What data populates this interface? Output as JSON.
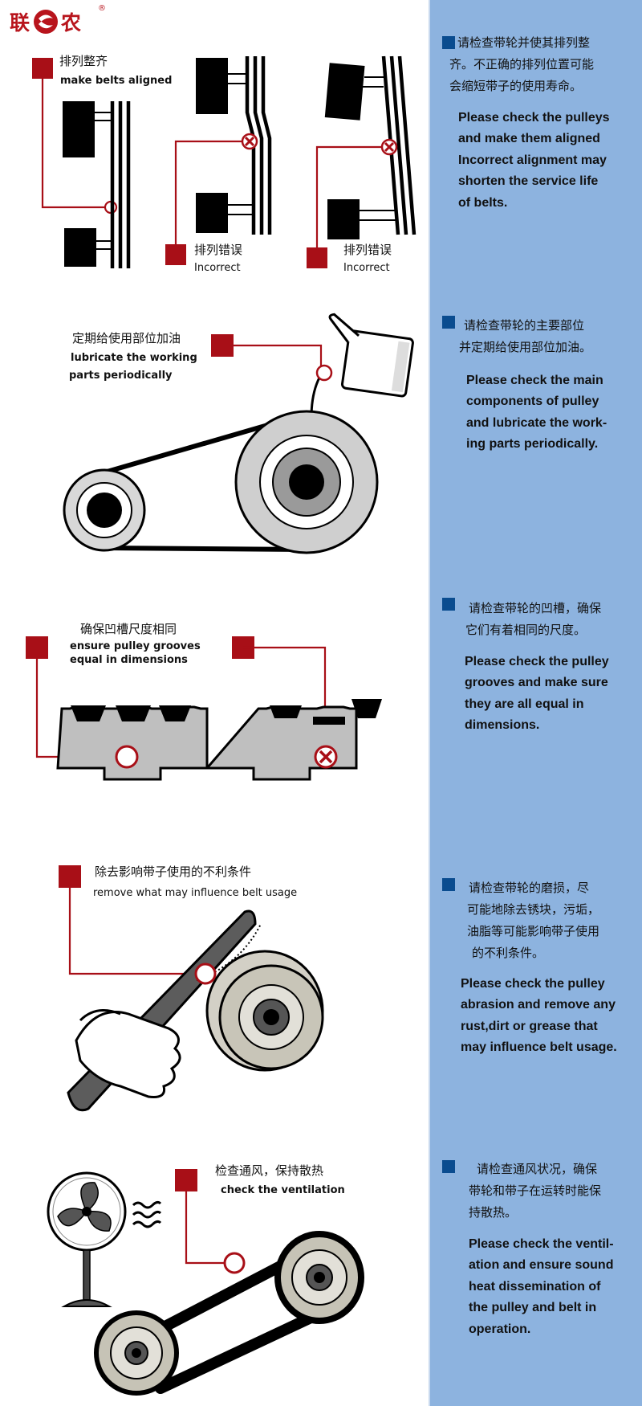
{
  "brand": {
    "name": "联农",
    "mark": "®"
  },
  "colors": {
    "accent": "#a80f17",
    "panel": "#8db3df",
    "bullet": "#0a4c8f"
  },
  "sections": [
    {
      "left": {
        "aligned_cn": "排列整齐",
        "aligned_en": "make belts aligned",
        "wrong1_cn": "排列错误",
        "wrong1_en": "Incorrect",
        "wrong2_cn": "排列错误",
        "wrong2_en": "Incorrect"
      },
      "tip_cn": [
        "请检查带轮并使其排列整",
        "齐。不正确的排列位置可能",
        "会缩短带子的使用寿命。"
      ],
      "tip_en": [
        "Please check the pulleys",
        "and make them aligned",
        "Incorrect alignment may",
        "shorten the service life",
        "of belts."
      ]
    },
    {
      "left": {
        "label_cn": "定期给使用部位加油",
        "label_en_1": "lubricate the working",
        "label_en_2": "parts periodically"
      },
      "tip_cn": [
        "请检查带轮的主要部位",
        "并定期给使用部位加油。"
      ],
      "tip_en": [
        "Please check the main",
        "components of pulley",
        "and lubricate the work-",
        "ing parts periodically."
      ]
    },
    {
      "left": {
        "label_cn": "确保凹槽尺度相同",
        "label_en_1": "ensure pulley grooves",
        "label_en_2": "equal in dimensions"
      },
      "tip_cn": [
        "请检查带轮的凹槽，确保",
        "它们有着相同的尺度。"
      ],
      "tip_en": [
        "Please check the pulley",
        "grooves and make sure",
        "they are all equal in",
        "dimensions."
      ]
    },
    {
      "left": {
        "label_cn": "除去影响带子使用的不利条件",
        "label_en": "remove what may influence belt usage"
      },
      "tip_cn": [
        "请检查带轮的磨损，尽",
        "可能地除去锈块，污垢，",
        "油脂等可能影响带子使用",
        "的不利条件。"
      ],
      "tip_en": [
        "Please check the pulley",
        "abrasion and remove any",
        "rust,dirt or grease that",
        "may influence belt usage."
      ]
    },
    {
      "left": {
        "label_cn": "检查通风，保持散热",
        "label_en": "check the ventilation"
      },
      "tip_cn": [
        "请检查通风状况，确保",
        "带轮和带子在运转时能保",
        "持散热。"
      ],
      "tip_en": [
        "Please check the ventil-",
        "ation and ensure sound",
        "heat dissemination of",
        "the pulley and belt in",
        "operation."
      ]
    }
  ]
}
